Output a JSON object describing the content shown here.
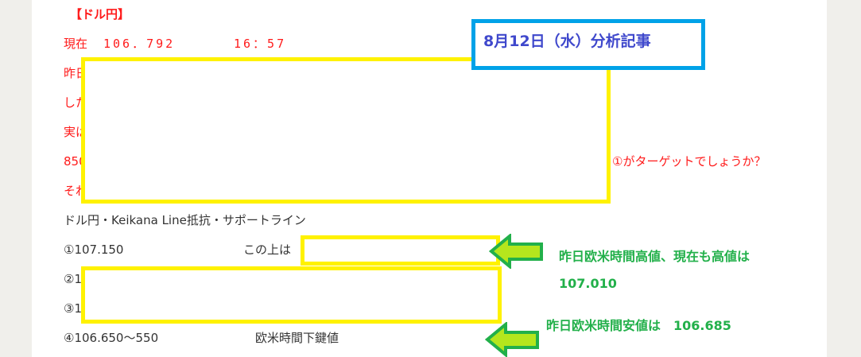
{
  "title_box": "8月12日（水）分析記事",
  "heading": "【ドル円】",
  "current_label": "現在",
  "current_price": "106．792",
  "current_time": "16：57",
  "hidden_lines": [
    "昨日",
    "した",
    "実は",
    "850",
    "それ"
  ],
  "target_question": "①がターゲットでしょうか？",
  "line_title": "ドル円・Keikana Line抵抗・サポートライン",
  "levels": [
    {
      "num": "①107.150",
      "note": "この上は"
    },
    {
      "num": "②1",
      "note": ""
    },
    {
      "num": "③1",
      "note": ""
    },
    {
      "num": "④106.650～550",
      "note": "欧米時間下鍵値"
    }
  ],
  "annotations": {
    "high_text": "昨日欧米時間高値、現在も高値は",
    "high_value": "107.010",
    "low_text": "昨日欧米時間安値は　106.685"
  },
  "colors": {
    "red": "#ff1a1a",
    "green": "#22b04a",
    "yellow": "#fff200",
    "blue": "#00a2e8"
  }
}
